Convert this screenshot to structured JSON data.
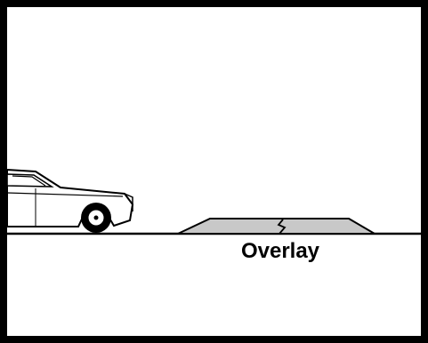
{
  "diagram": {
    "overlay_label": "Overlay",
    "colors": {
      "border": "#000000",
      "background": "#ffffff",
      "overlay_fill": "#c8c8c8",
      "car_body": "#ffffff",
      "car_outline": "#000000",
      "tire": "#000000",
      "hubcap": "#ffffff"
    },
    "elements": {
      "car": "sedan-car",
      "road": "road-surface-line",
      "overlay": "overlay-patch",
      "crack": "reflective-crack"
    }
  }
}
